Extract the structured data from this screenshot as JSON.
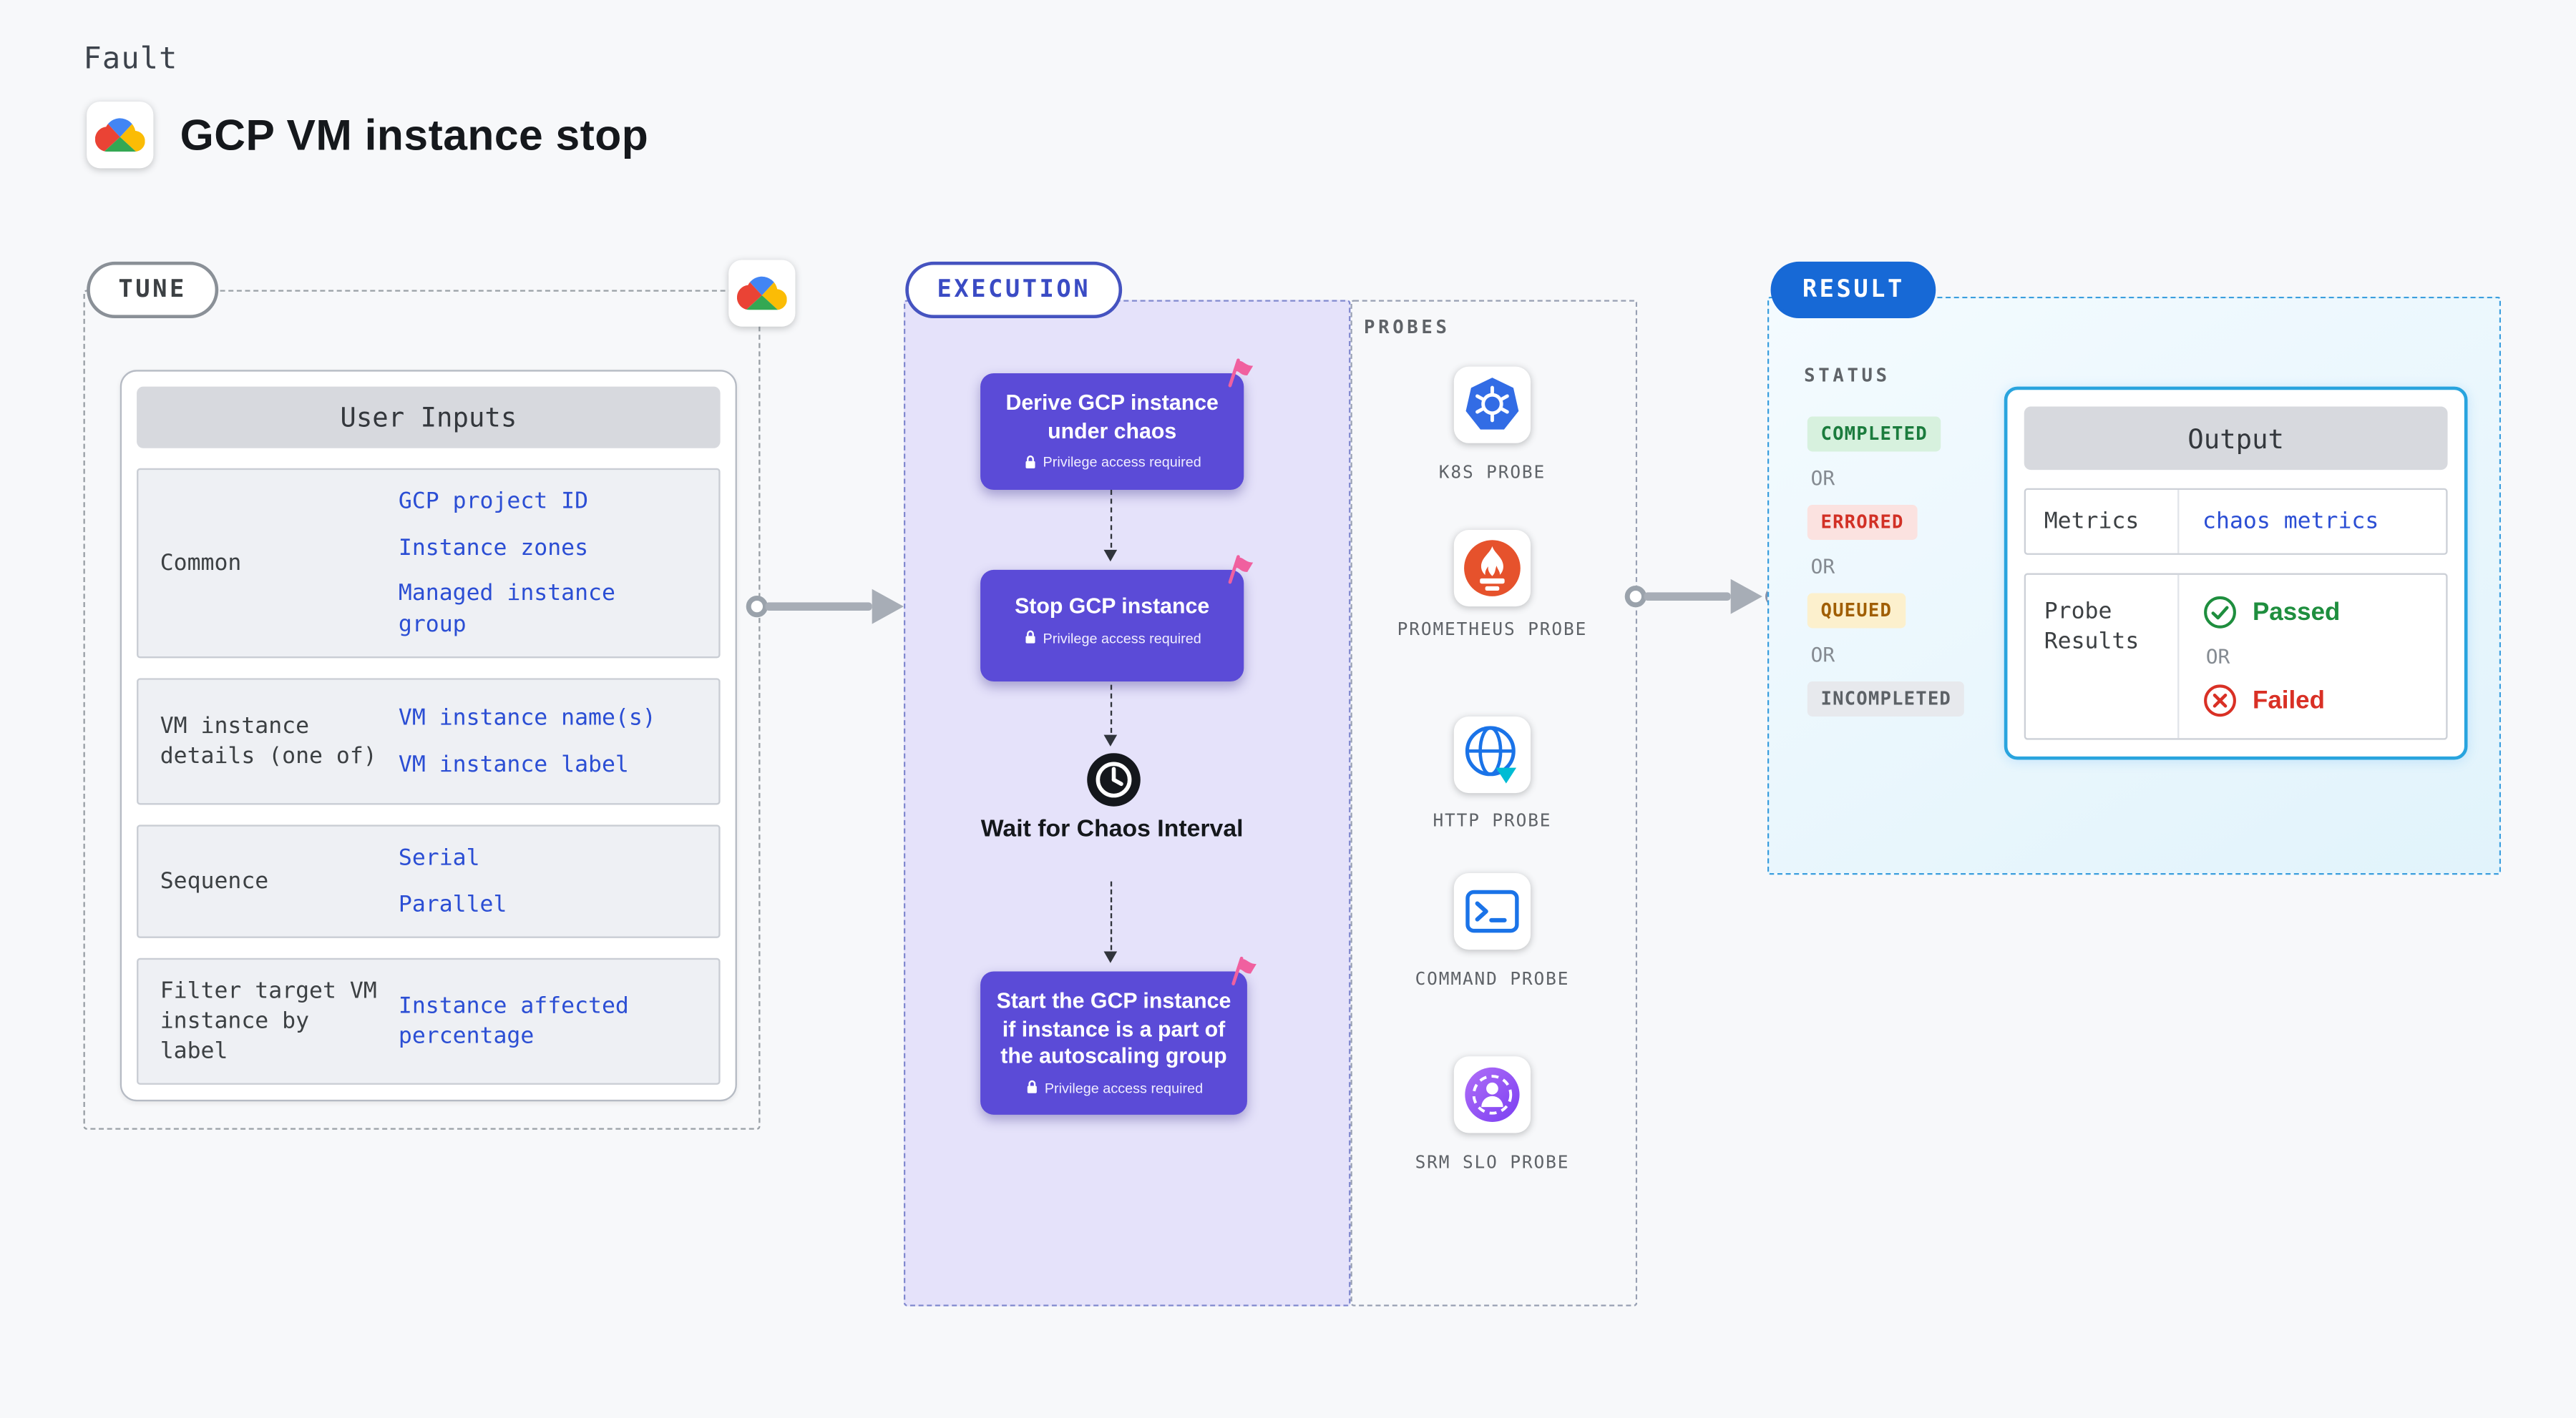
{
  "page": {
    "eyebrow": "Fault",
    "title": "GCP VM instance stop"
  },
  "tune": {
    "badge": "TUNE",
    "table": {
      "header": "User Inputs",
      "rows": [
        {
          "label": "Common",
          "values": [
            "GCP project ID",
            "Instance zones",
            "Managed instance group"
          ]
        },
        {
          "label": "VM instance details (one of)",
          "values": [
            "VM instance name(s)",
            "VM instance label"
          ]
        },
        {
          "label": "Sequence",
          "values": [
            "Serial",
            "Parallel"
          ]
        },
        {
          "label": "Filter target VM instance by label",
          "values": [
            "Instance affected percentage"
          ]
        }
      ]
    }
  },
  "execution": {
    "badge": "EXECUTION",
    "privilege_note": "Privilege access required",
    "steps": [
      {
        "label": "Derive GCP instance under chaos"
      },
      {
        "label": "Stop GCP instance"
      },
      {
        "label": "Wait for Chaos Interval"
      },
      {
        "label": "Start the GCP instance if instance is a part of the autoscaling group"
      }
    ]
  },
  "probes": {
    "label": "PROBES",
    "items": [
      {
        "name": "K8S PROBE",
        "icon": "kubernetes-icon"
      },
      {
        "name": "PROMETHEUS PROBE",
        "icon": "prometheus-icon"
      },
      {
        "name": "HTTP PROBE",
        "icon": "globe-icon"
      },
      {
        "name": "COMMAND PROBE",
        "icon": "terminal-icon"
      },
      {
        "name": "SRM SLO PROBE",
        "icon": "user-gauge-icon"
      }
    ]
  },
  "result": {
    "badge": "RESULT",
    "status_heading": "STATUS",
    "or_label": "OR",
    "statuses": [
      {
        "label": "COMPLETED",
        "bg": "#d7f1de",
        "color": "#1b7c3d"
      },
      {
        "label": "ERRORED",
        "bg": "#fbe2e0",
        "color": "#d23025"
      },
      {
        "label": "QUEUED",
        "bg": "#fcf0cd",
        "color": "#a05e03"
      },
      {
        "label": "INCOMPLETED",
        "bg": "#e7e9ed",
        "color": "#5c6166"
      }
    ],
    "output": {
      "header": "Output",
      "metrics_label": "Metrics",
      "metrics_value": "chaos metrics",
      "probe_results_label": "Probe Results",
      "passed_label": "Passed",
      "failed_label": "Failed"
    }
  },
  "colors": {
    "step_purple": "#5b4bd7",
    "link_blue": "#2b4ed4",
    "result_blue": "#1769d6",
    "passed_green": "#1e8e3e",
    "failed_red": "#d93025",
    "accent_cyan": "#29a4de"
  }
}
